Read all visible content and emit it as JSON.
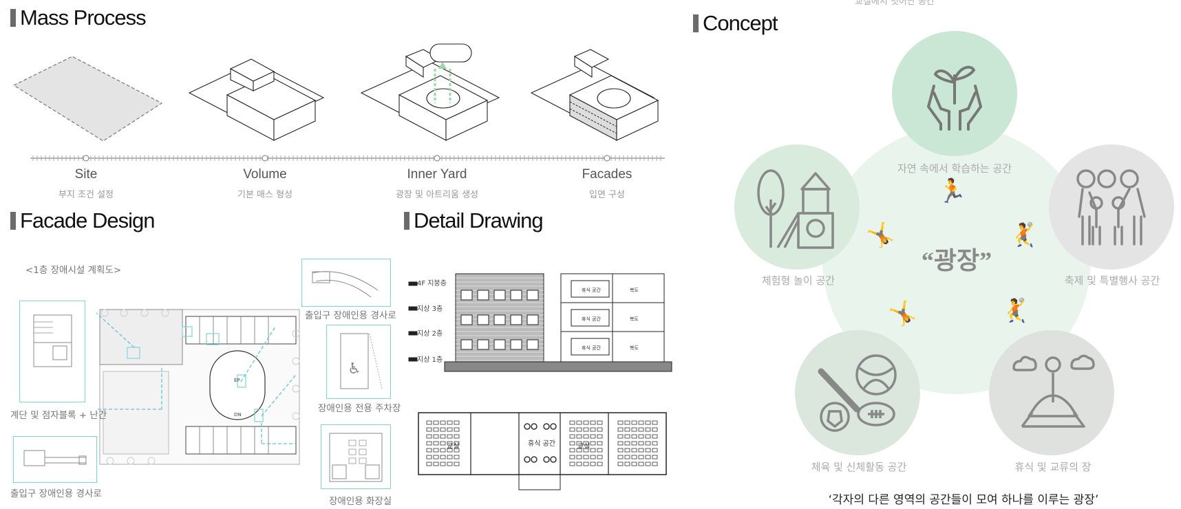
{
  "top_fragment": "교실에서 벗어난 공간",
  "mass_process": {
    "title": "Mass Process",
    "stages": [
      {
        "name": "Site",
        "sub": "부지 조건 설정"
      },
      {
        "name": "Volume",
        "sub": "기본 매스 형성"
      },
      {
        "name": "Inner Yard",
        "sub": "광장 및 아트리움 생성"
      },
      {
        "name": "Facades",
        "sub": "입면 구성"
      }
    ]
  },
  "facade_design": {
    "title": "Facade Design",
    "plan_title": "<1층 장애시설 계획도>",
    "captions": {
      "ramp_top": "출입구 장애인용 경사로",
      "parking": "장애인용 전용 주차장",
      "stairs": "계단 및 점자블록 + 난간",
      "ramp_bottom": "출입구 장애인용 경사로",
      "toilet": "장애인용 화장실"
    },
    "plan_labels": [
      "EP",
      "DN"
    ]
  },
  "detail_drawing": {
    "title": "Detail Drawing",
    "levels": [
      "4F 지붕층",
      "지상 3층",
      "지상 2층",
      "지상 1층"
    ],
    "section_rooms": [
      "휴식 공간",
      "복도",
      "휴식 공간",
      "복도",
      "휴식 공간",
      "복도"
    ],
    "plan_labels": [
      "교실",
      "휴식 공간",
      "교실"
    ]
  },
  "concept": {
    "title": "Concept",
    "center": "“광장”",
    "items": [
      {
        "label": "자연 속에서 학습하는 공간",
        "icon": "plant-hands-icon"
      },
      {
        "label": "체험형 놀이 공간",
        "icon": "playground-icon"
      },
      {
        "label": "축제 및 특별행사 공간",
        "icon": "family-icon"
      },
      {
        "label": "체육 및 신체활동 공간",
        "icon": "sports-balls-icon"
      },
      {
        "label": "휴식 및 교류의 장",
        "icon": "meditation-icon"
      }
    ],
    "quote": "‘각자의 다른 영역의 공간들이 모여 하나를 이루는 광장’"
  },
  "colors": {
    "green": "#cde8d7",
    "big_green": "#e6f3ea",
    "grey": "#e2e2e2",
    "cyan": "#7fd3df",
    "icon": "#777777"
  }
}
